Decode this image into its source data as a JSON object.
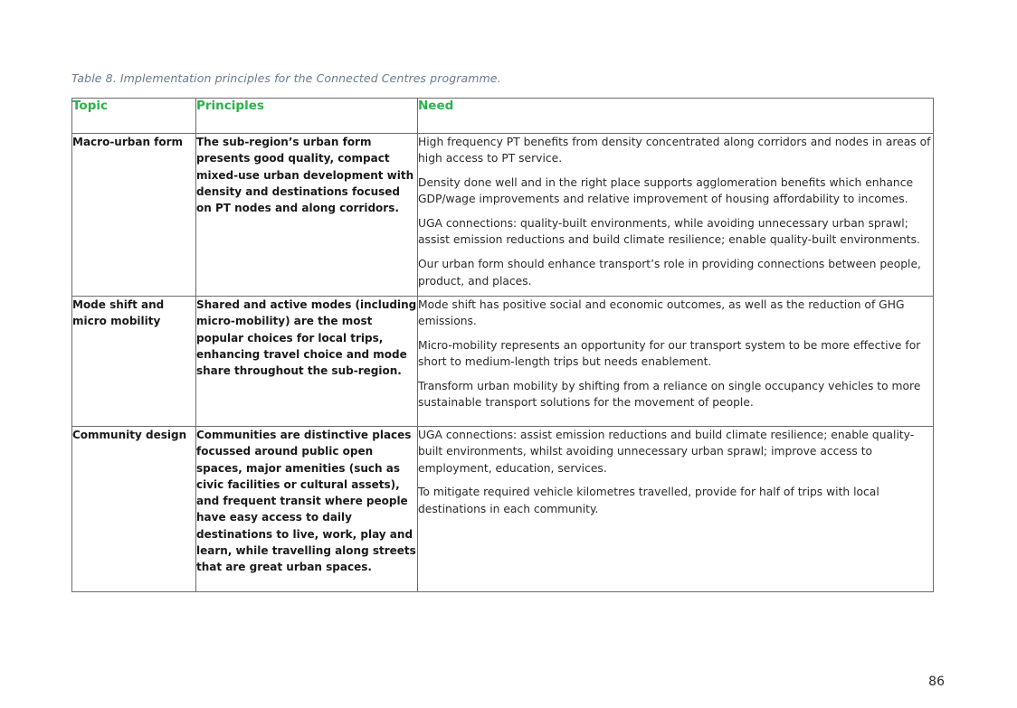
{
  "caption": "Table 8. Implementation principles for the Connected Centres programme.",
  "table": {
    "headers": [
      "Topic",
      "Principles",
      "Need"
    ],
    "rows": [
      {
        "topic": "Macro-urban form",
        "principle": "The sub-region’s urban form presents good quality, compact mixed-use urban development with density and destinations focused on PT nodes and along corridors.",
        "needs": [
          "High frequency PT benefits from density concentrated along corridors and nodes in areas of high access to PT service.",
          "Density done well and in the right place supports agglomeration benefits which enhance GDP/wage improvements and relative improvement of housing affordability to incomes.",
          "UGA connections: quality-built environments, while avoiding unnecessary urban sprawl; assist emission reductions and build climate resilience; enable quality-built environments.",
          "Our urban form should enhance transport’s role in providing connections between people, product, and places."
        ]
      },
      {
        "topic": "Mode shift and micro mobility",
        "principle": "Shared and active modes (including micro-mobility) are the most popular choices for local trips, enhancing travel choice and mode share throughout the sub-region.",
        "needs": [
          "Mode shift has positive social and economic outcomes, as well as the reduction of GHG emissions.",
          "Micro-mobility represents an opportunity for our transport system to be more effective for short to medium-length trips but needs enablement.",
          "Transform urban mobility by shifting from a reliance on single occupancy vehicles to more sustainable transport solutions for the movement of people."
        ]
      },
      {
        "topic": "Community design",
        "principle": "Communities are distinctive places focussed around public open spaces, major amenities (such as civic facilities or cultural assets), and frequent transit where people have easy access to daily destinations to live, work, play and learn, while travelling along streets that are great urban spaces.",
        "needs": [
          "UGA connections: assist emission reductions and build climate resilience; enable quality-built environments, whilst avoiding unnecessary urban sprawl; improve access to employment, education, services.",
          "To mitigate required vehicle kilometres travelled, provide for half of trips with local destinations in each community."
        ]
      }
    ]
  },
  "page_number": "86",
  "colors": {
    "header_text": "#2bb24c",
    "caption_text": "#6b7a8c",
    "border": "#6b6b6b"
  }
}
